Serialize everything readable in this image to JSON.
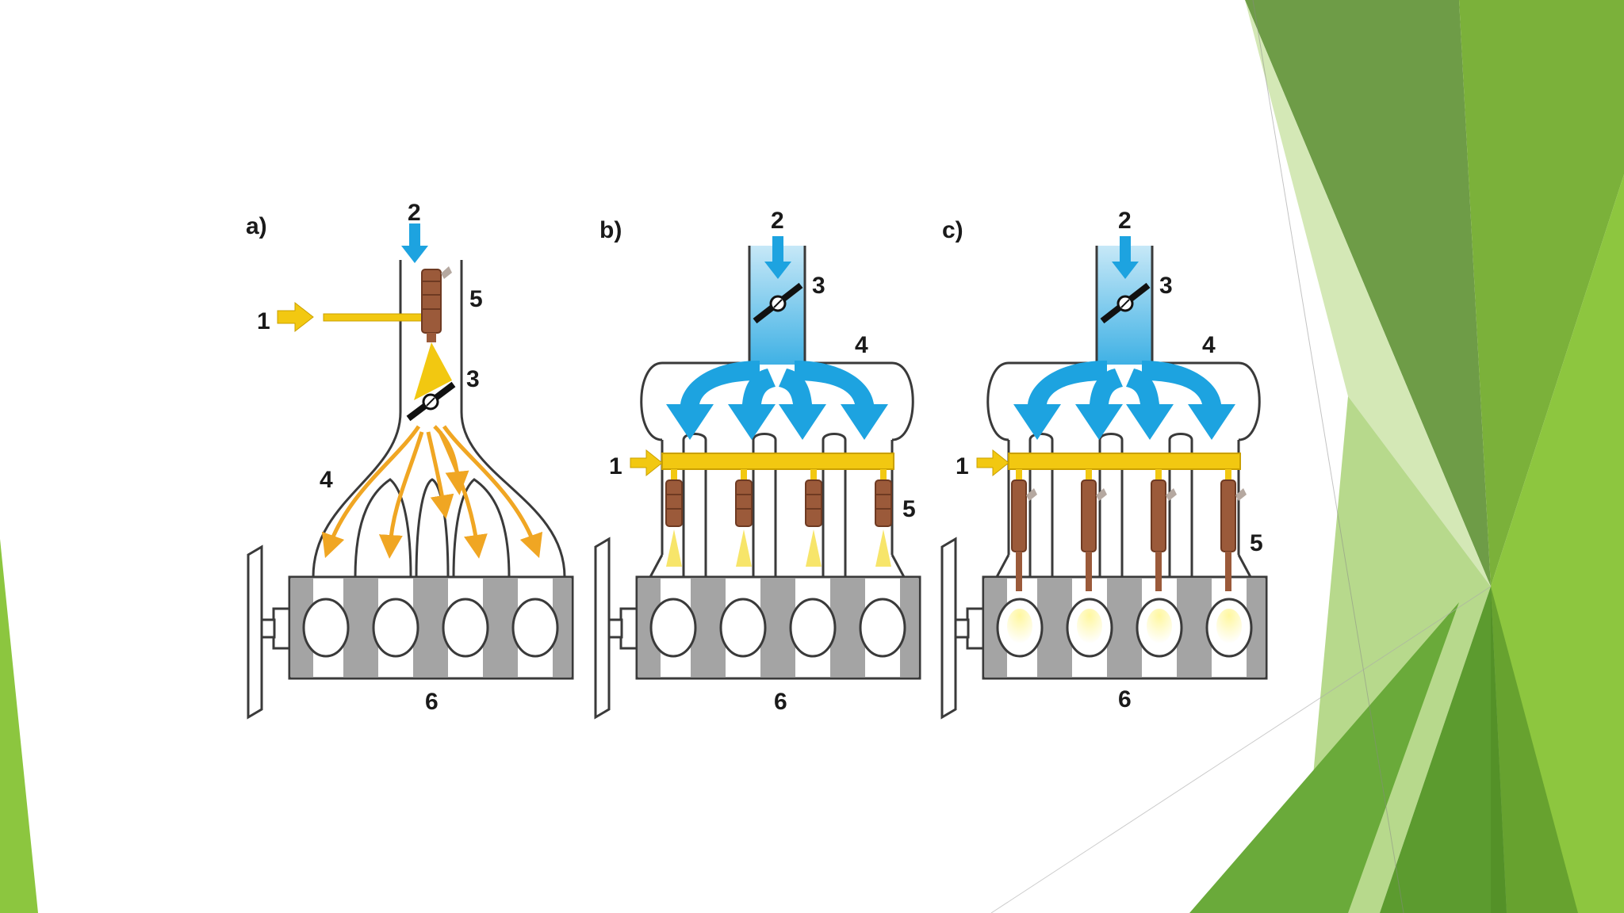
{
  "colors": {
    "green_dark": "#5f8f3a",
    "green_mid": "#72ad35",
    "green_light": "#8cc63f",
    "green_pale": "#d4e8b6",
    "air_blue": "#1da3e0",
    "fuel_yellow": "#f2c811",
    "fuel_orange": "#f0a623",
    "injector_brown": "#9b5a3a",
    "engine_gray": "#a4a4a4",
    "outline": "#3a3a3a"
  },
  "diagrams": [
    {
      "panel_label": "a)",
      "callouts": {
        "fuel_inlet": "1",
        "air_inlet": "2",
        "throttle": "3",
        "manifold": "4",
        "injector": "5",
        "engine": "6"
      }
    },
    {
      "panel_label": "b)",
      "callouts": {
        "fuel_inlet": "1",
        "air_inlet": "2",
        "throttle": "3",
        "manifold": "4",
        "injector": "5",
        "engine": "6"
      }
    },
    {
      "panel_label": "c)",
      "callouts": {
        "fuel_inlet": "1",
        "air_inlet": "2",
        "throttle": "3",
        "manifold": "4",
        "injector": "5",
        "engine": "6"
      }
    }
  ]
}
